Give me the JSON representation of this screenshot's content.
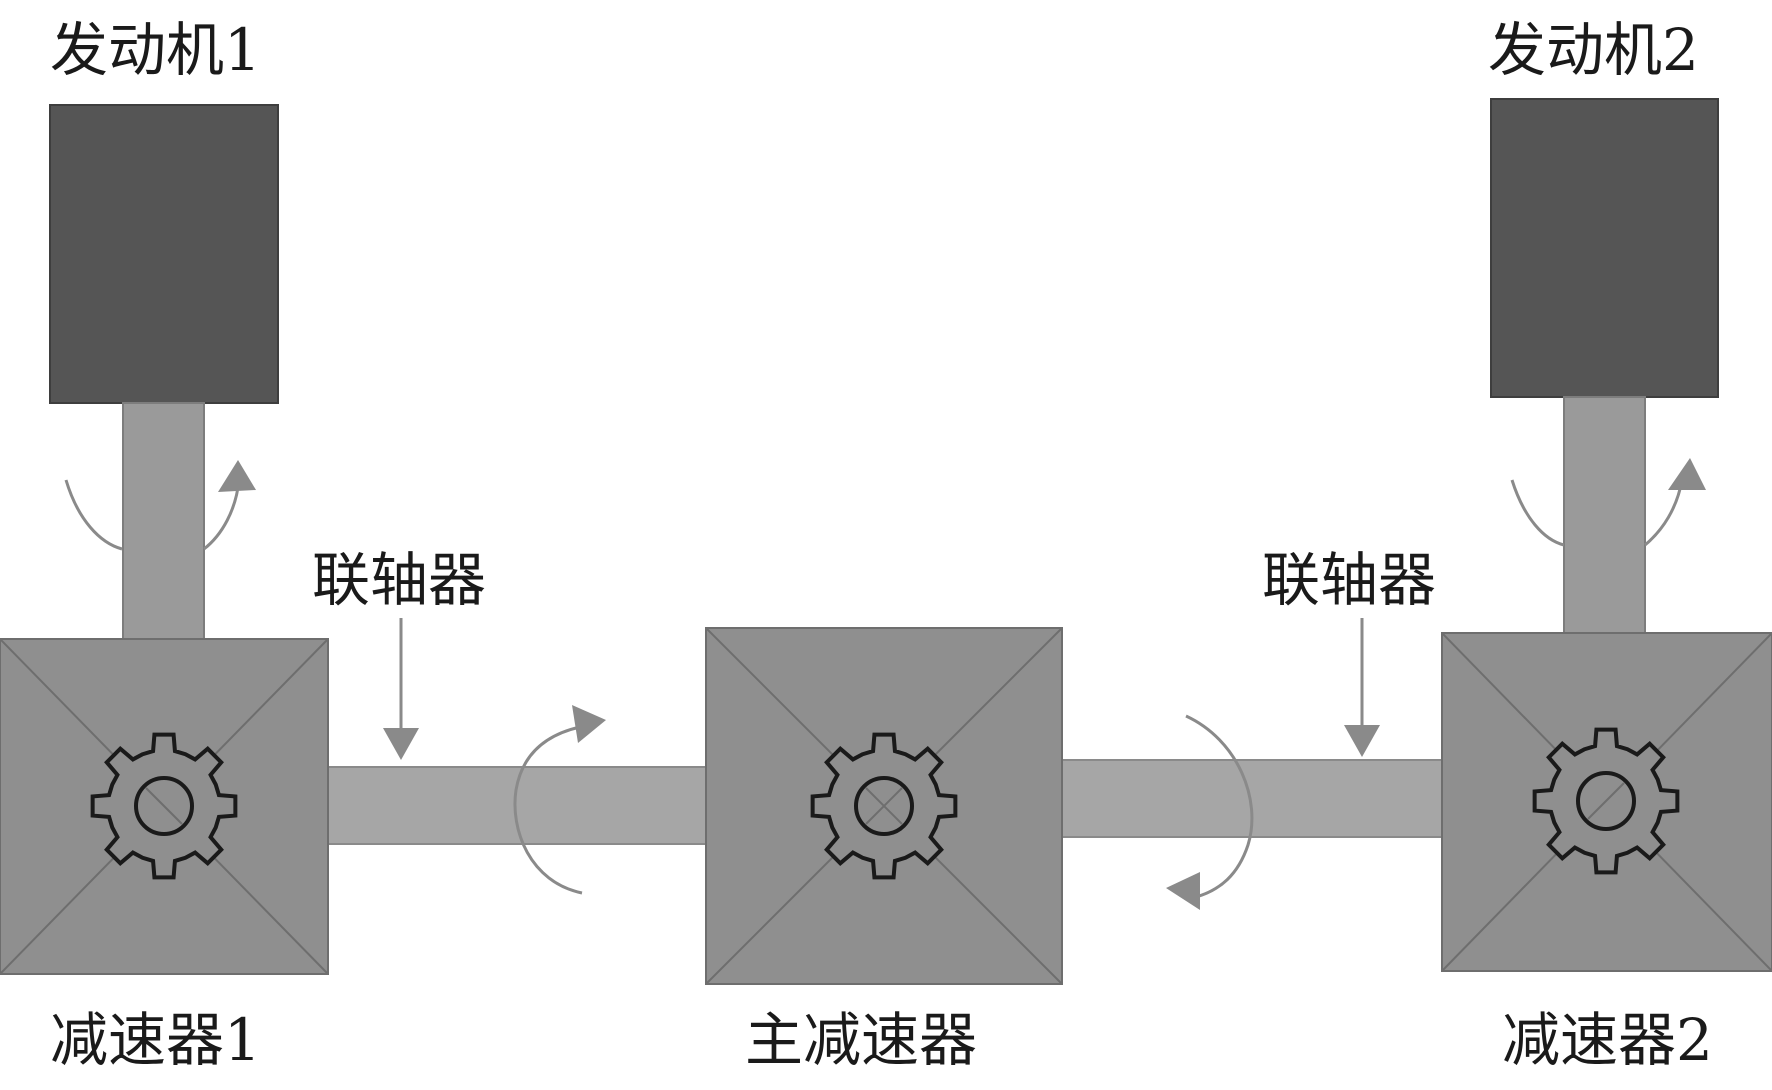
{
  "labels": {
    "engine1": "发动机1",
    "engine2": "发动机2",
    "coupling_left": "联轴器",
    "coupling_right": "联轴器",
    "reducer1": "减速器1",
    "main_reducer": "主减速器",
    "reducer2": "减速器2"
  },
  "colors": {
    "engine": "#555555",
    "gearbox": "#8f8f8f",
    "shaft": "#a6a6a6",
    "arrow": "#8a8a8a",
    "gear_stroke": "#1a1a1a",
    "text": "#1a1a1a"
  }
}
